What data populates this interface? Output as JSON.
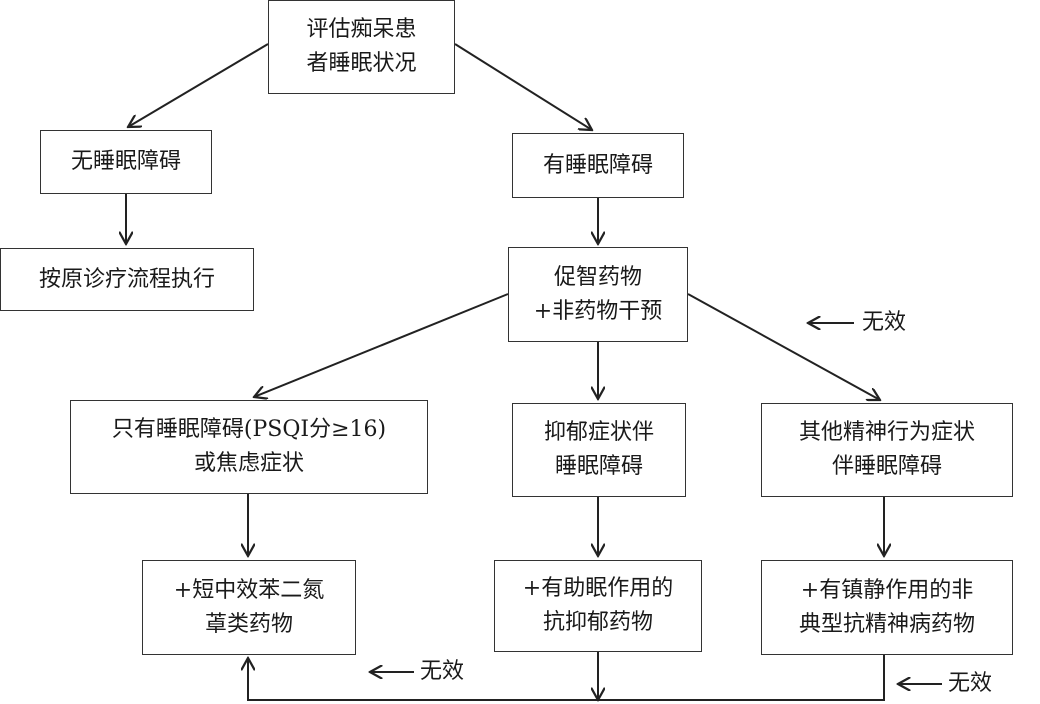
{
  "nodes": {
    "assess": [
      "评估痴呆患",
      "者睡眠状况"
    ],
    "no_disorder": [
      "无睡眠障碍"
    ],
    "has_disorder": [
      "有睡眠障碍"
    ],
    "follow_original": [
      "按原诊疗流程执行"
    ],
    "cognitive_drug": [
      "促智药物",
      "+非药物干预"
    ],
    "sleep_only": [
      "只有睡眠障碍(PSQI分≥16)",
      "或焦虑症状"
    ],
    "depression": [
      "抑郁症状伴",
      "睡眠障碍"
    ],
    "other_psych": [
      "其他精神行为症状",
      "伴睡眠障碍"
    ],
    "benzo": [
      "+短中效苯二氮",
      "䓬类药物"
    ],
    "antidepressant": [
      "+有助眠作用的",
      "抗抑郁药物"
    ],
    "antipsychotic": [
      "+有镇静作用的非",
      "典型抗精神病药物"
    ]
  },
  "labels": {
    "ineffective_1": "无效",
    "ineffective_2": "无效",
    "ineffective_3": "无效"
  }
}
